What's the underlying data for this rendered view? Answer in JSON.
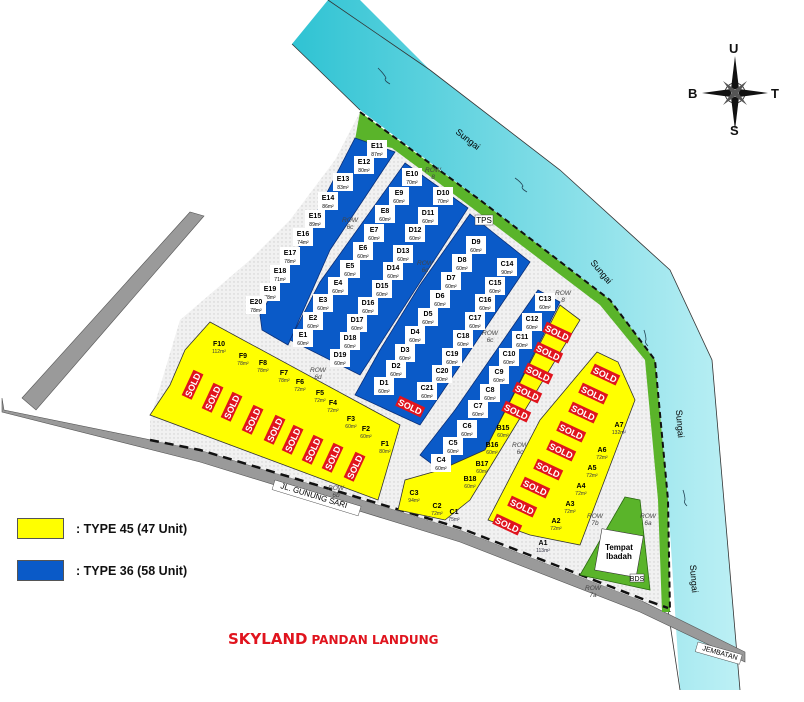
{
  "title": {
    "brand": "SKYLAND",
    "name": "PANDAN LANDUNG"
  },
  "legend": [
    {
      "label": ": TYPE 45 (47 Unit)",
      "color": "#ffff00",
      "type": "TYPE 45",
      "units": 47
    },
    {
      "label": ": TYPE 36 (58 Unit)",
      "color": "#0a5ac8",
      "type": "TYPE 36",
      "units": 58
    }
  ],
  "compass": {
    "north": "U",
    "south": "S",
    "west": "B",
    "east": "T"
  },
  "roads": {
    "main_road": "JL. GUNUNG SARI",
    "bridge": "JEMBATAN"
  },
  "river": {
    "label": "Sungai",
    "color": "#3cc8d8"
  },
  "facilities": {
    "worship": [
      "Tempat",
      "Ibadah"
    ],
    "tps": "TPS",
    "bds": "BDS"
  },
  "rows": [
    {
      "label": "ROW",
      "width": "8"
    },
    {
      "label": "ROW",
      "width": "6c"
    },
    {
      "label": "ROW",
      "width": "6c"
    },
    {
      "label": "ROW",
      "width": "6c"
    },
    {
      "label": "ROW",
      "width": "6c"
    },
    {
      "label": "ROW",
      "width": "6d"
    },
    {
      "label": "ROW",
      "width": "6b"
    },
    {
      "label": "ROW",
      "width": "7b"
    },
    {
      "label": "ROW",
      "width": "6a"
    },
    {
      "label": "ROW",
      "width": "7a"
    },
    {
      "label": "ROW",
      "width": "8"
    }
  ],
  "sold_label": "SOLD",
  "colors": {
    "type45": "#ffff00",
    "type36": "#0a5ac8",
    "green": "#5ab42a",
    "sold": "#e0141e",
    "road": "#9a9a9a"
  },
  "lots": {
    "E": [
      {
        "id": "E11",
        "area": "87m²"
      },
      {
        "id": "E12",
        "area": "80m²"
      },
      {
        "id": "E13",
        "area": "83m²"
      },
      {
        "id": "E14",
        "area": "86m²"
      },
      {
        "id": "E15",
        "area": "89m²"
      },
      {
        "id": "E16",
        "area": "74m²"
      },
      {
        "id": "E17",
        "area": "78m²"
      },
      {
        "id": "E18",
        "area": "71m²"
      },
      {
        "id": "E19",
        "area": "78m²"
      },
      {
        "id": "E20",
        "area": "78m²"
      },
      {
        "id": "E10",
        "area": "70m²"
      },
      {
        "id": "E9",
        "area": "60m²"
      },
      {
        "id": "E8",
        "area": "60m²"
      },
      {
        "id": "E7",
        "area": "60m²"
      },
      {
        "id": "E6",
        "area": "60m²"
      },
      {
        "id": "E5",
        "area": "60m²"
      },
      {
        "id": "E4",
        "area": "60m²"
      },
      {
        "id": "E3",
        "area": "60m²"
      },
      {
        "id": "E2",
        "area": "60m²"
      },
      {
        "id": "E1",
        "area": "60m²"
      }
    ],
    "D": [
      {
        "id": "D10",
        "area": "70m²"
      },
      {
        "id": "D11",
        "area": "60m²"
      },
      {
        "id": "D12",
        "area": "60m²"
      },
      {
        "id": "D13",
        "area": "60m²"
      },
      {
        "id": "D14",
        "area": "60m²"
      },
      {
        "id": "D15",
        "area": "60m²"
      },
      {
        "id": "D16",
        "area": "60m²"
      },
      {
        "id": "D17",
        "area": "60m²"
      },
      {
        "id": "D18",
        "area": "60m²"
      },
      {
        "id": "D19",
        "area": "60m²"
      },
      {
        "id": "D9",
        "area": "60m²"
      },
      {
        "id": "D8",
        "area": "60m²"
      },
      {
        "id": "D7",
        "area": "60m²"
      },
      {
        "id": "D6",
        "area": "60m²"
      },
      {
        "id": "D5",
        "area": "60m²"
      },
      {
        "id": "D4",
        "area": "60m²"
      },
      {
        "id": "D3",
        "area": "60m²"
      },
      {
        "id": "D2",
        "area": "60m²"
      },
      {
        "id": "D1",
        "area": "60m²"
      }
    ],
    "C": [
      {
        "id": "C14",
        "area": "90m²"
      },
      {
        "id": "C15",
        "area": "60m²"
      },
      {
        "id": "C16",
        "area": "60m²"
      },
      {
        "id": "C17",
        "area": "60m²"
      },
      {
        "id": "C18",
        "area": "60m²"
      },
      {
        "id": "C19",
        "area": "60m²"
      },
      {
        "id": "C20",
        "area": "60m²"
      },
      {
        "id": "C21",
        "area": "60m²"
      },
      {
        "id": "C13",
        "area": "60m²"
      },
      {
        "id": "C12",
        "area": "60m²"
      },
      {
        "id": "C11",
        "area": "60m²"
      },
      {
        "id": "C10",
        "area": "60m²"
      },
      {
        "id": "C9",
        "area": "60m²"
      },
      {
        "id": "C8",
        "area": "60m²"
      },
      {
        "id": "C7",
        "area": "60m²"
      },
      {
        "id": "C6",
        "area": "60m²"
      },
      {
        "id": "C5",
        "area": "60m²"
      },
      {
        "id": "C4",
        "area": "60m²"
      },
      {
        "id": "C3",
        "area": "94m²"
      },
      {
        "id": "C2",
        "area": "72m²"
      },
      {
        "id": "C1",
        "area": "75m²"
      }
    ],
    "B": [
      {
        "id": "B15",
        "area": "60m²"
      },
      {
        "id": "B16",
        "area": "60m²"
      },
      {
        "id": "B17",
        "area": "60m²"
      },
      {
        "id": "B18",
        "area": "60m²"
      }
    ],
    "A": [
      {
        "id": "A7",
        "area": "132m²"
      },
      {
        "id": "A6",
        "area": "72m²"
      },
      {
        "id": "A5",
        "area": "72m²"
      },
      {
        "id": "A4",
        "area": "72m²"
      },
      {
        "id": "A3",
        "area": "72m²"
      },
      {
        "id": "A2",
        "area": "72m²"
      },
      {
        "id": "A1",
        "area": "113m²"
      }
    ],
    "F": [
      {
        "id": "F10",
        "area": "112m²"
      },
      {
        "id": "F9",
        "area": "78m²"
      },
      {
        "id": "F8",
        "area": "78m²"
      },
      {
        "id": "F7",
        "area": "78m²"
      },
      {
        "id": "F6",
        "area": "72m²"
      },
      {
        "id": "F5",
        "area": "72m²"
      },
      {
        "id": "F4",
        "area": "72m²"
      },
      {
        "id": "F3",
        "area": "60m²"
      },
      {
        "id": "F2",
        "area": "60m²"
      },
      {
        "id": "F1",
        "area": "80m²"
      }
    ]
  }
}
